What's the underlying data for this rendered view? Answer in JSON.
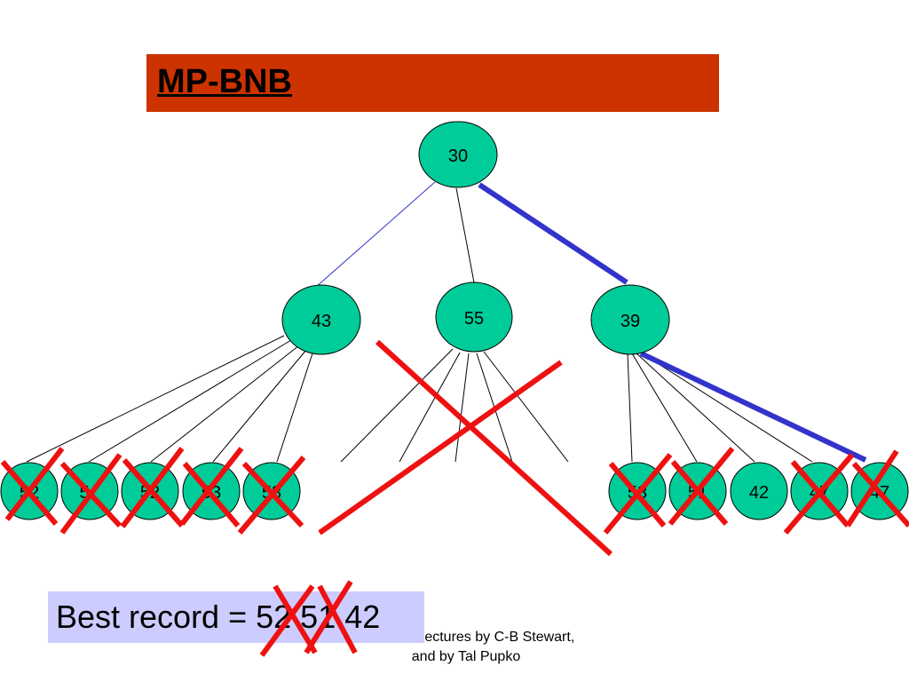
{
  "title": "MP-BNB",
  "tree": {
    "root": "30",
    "level1": [
      "43",
      "55",
      "39"
    ],
    "leaves_left": [
      "52",
      "5",
      "52",
      "53",
      "53"
    ],
    "leaves_right": [
      "53",
      "51",
      "42",
      "47",
      "47"
    ]
  },
  "best_record": {
    "label": "Best record = ",
    "values": [
      "52",
      "51",
      "42"
    ]
  },
  "credit": {
    "line1": "Based on lectures by C-B Stewart,",
    "line2": "and by Tal Pupko"
  },
  "colors": {
    "title_bar": "#cc3300",
    "node_fill": "#00cc99",
    "best_path": "#3333cc",
    "cross": "#ee1111",
    "best_box": "#ccccff"
  }
}
